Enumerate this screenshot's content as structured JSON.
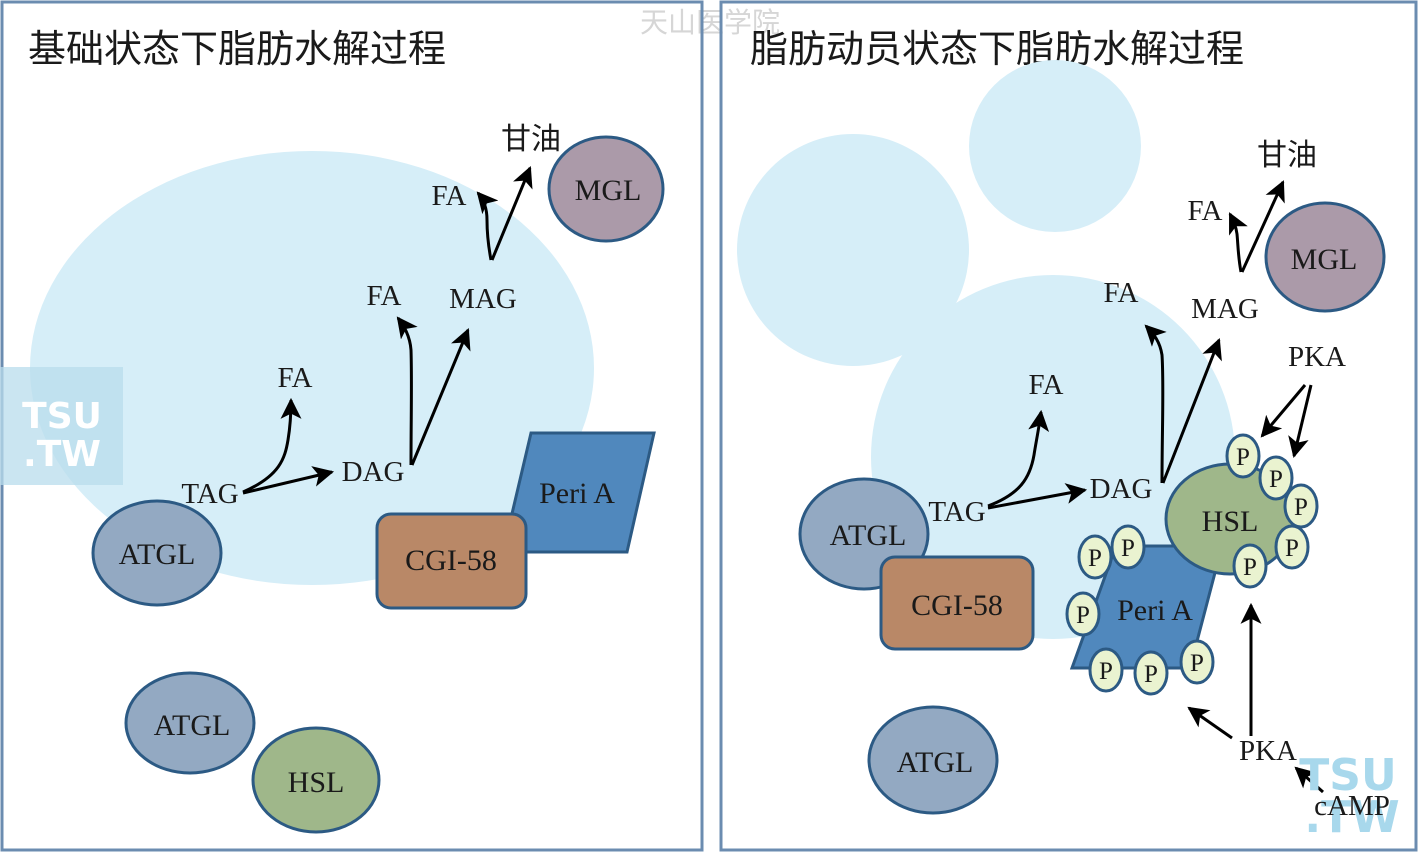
{
  "watermark": "天山医学院",
  "logo": {
    "line1": "TSU",
    "line2": ".TW"
  },
  "panels": {
    "left": {
      "title": "基础状态下脂肪水解过程",
      "labels": {
        "glycerol": "甘油",
        "fa_top": "FA",
        "mgl": "MGL",
        "fa_mid": "FA",
        "mag": "MAG",
        "fa_low": "FA",
        "tag": "TAG",
        "dag": "DAG",
        "peri_a": "Peri A",
        "cgi58": "CGI-58",
        "atgl_droplet": "ATGL",
        "atgl_free": "ATGL",
        "hsl_free": "HSL"
      }
    },
    "right": {
      "title": "脂肪动员状态下脂肪水解过程",
      "labels": {
        "glycerol": "甘油",
        "fa_top": "FA",
        "mgl": "MGL",
        "fa_mid": "FA",
        "mag": "MAG",
        "pka_top": "PKA",
        "fa_low": "FA",
        "tag": "TAG",
        "dag": "DAG",
        "hsl": "HSL",
        "atgl_droplet": "ATGL",
        "cgi58": "CGI-58",
        "peri_a": "Peri A",
        "atgl_free": "ATGL",
        "pka_bottom": "PKA",
        "camp": "cAMP",
        "p": "P"
      }
    }
  },
  "colors": {
    "lipid_droplet": "#d6eef8",
    "atgl": "#93a9c2",
    "hsl": "#9fb78a",
    "mgl": "#ab9aa9",
    "cgi58": "#b98867",
    "peri_a": "#5088bd",
    "phosphate": "#eaf3d0",
    "outline": "#2c5a84",
    "panel_border": "#6b8cb0"
  }
}
